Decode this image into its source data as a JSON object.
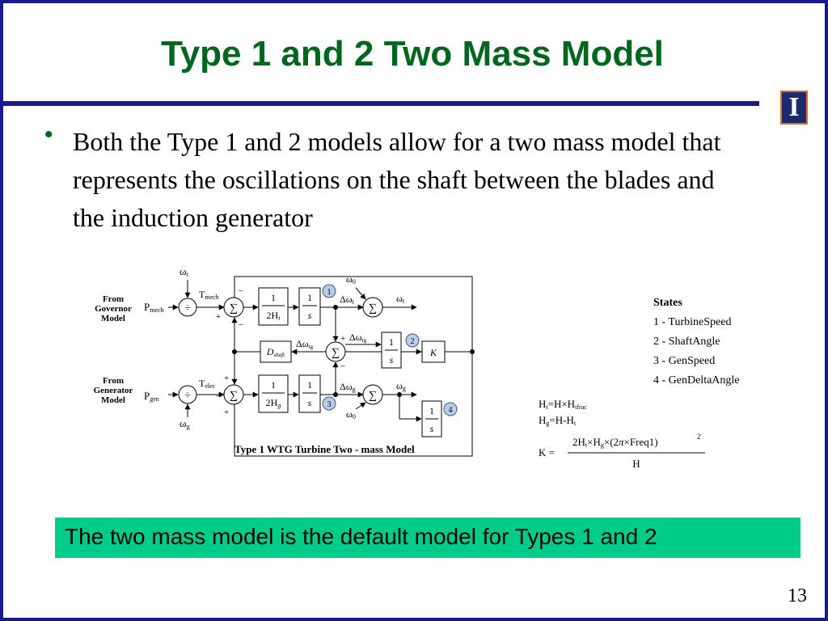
{
  "slide": {
    "title": "Type 1 and 2 Two Mass Model",
    "bullet_glyph": "•",
    "bullet_text": "Both the Type 1 and 2 models allow for a two mass model that represents the oscillations on the shaft between the blades and the induction generator",
    "logo_icon": "university-block-i-icon",
    "callout": "The two mass model is the default model for Types 1 and 2",
    "page_number": "13",
    "colors": {
      "title": "#00661f",
      "frame": "#1a1a8c",
      "callout": "#00cc8a",
      "logo_bg": "#1c2a6e",
      "logo_border": "#e46b1c"
    }
  },
  "diagram": {
    "caption": "Type 1 WTG Turbine Two - mass Model",
    "inputs": {
      "from_governor": [
        "From",
        "Governor",
        "Model"
      ],
      "from_generator": [
        "From",
        "Generator",
        "Model"
      ]
    },
    "signals": {
      "p_mech": "P",
      "p_mech_sub": "mech",
      "p_gen": "P",
      "p_gen_sub": "gen",
      "t_mech": "T",
      "t_mech_sub": "mech",
      "t_elec": "T",
      "t_elec_sub": "elec",
      "omega_t_in": "ω",
      "omega_t_in_sub": "t",
      "omega_g_in": "ω",
      "omega_g_in_sub": "g",
      "omega_0_top": "ω",
      "omega_0_top_sub": "0",
      "omega_0_bot": "ω",
      "omega_0_bot_sub": "0",
      "d_omega_t": "Δω",
      "d_omega_t_sub": "t",
      "d_omega_g": "Δω",
      "d_omega_g_sub": "g",
      "omega_t_out": "ω",
      "omega_t_out_sub": "t",
      "omega_g_out": "ω",
      "omega_g_out_sub": "g",
      "d_omega_tg_left": "Δω",
      "d_omega_tg_left_sub": "tg",
      "d_omega_tg_right": "Δω",
      "d_omega_tg_right_sub": "tg"
    },
    "blocks": {
      "divide": "÷",
      "sum": "∑",
      "gain_1": "1",
      "two_h_t": "2H",
      "two_h_t_sub": "t",
      "two_h_g": "2H",
      "two_h_g_sub": "g",
      "s": "s",
      "k": "K",
      "d_shaft": "D",
      "d_shaft_sub": "shaft"
    },
    "signs": {
      "plus": "+",
      "minus": "–"
    },
    "state_markers": [
      "1",
      "2",
      "3",
      "4"
    ],
    "states": {
      "title": "States",
      "items": [
        "1 - TurbineSpeed",
        "2 - ShaftAngle",
        "3 - GenSpeed",
        "4 - GenDeltaAngle"
      ]
    },
    "equations": {
      "ht_lhs": "H",
      "ht_lhs_sub": "t",
      "ht_rhs": "=H×H",
      "ht_rhs_sub": "tfrac",
      "hg_lhs": "H",
      "hg_lhs_sub": "g",
      "hg_rhs": "=H-H",
      "hg_rhs_sub": "t",
      "k_lhs": "K =",
      "k_num_a": "2H",
      "k_num_a_sub": "t",
      "k_num_b": "×H",
      "k_num_b_sub": "g",
      "k_num_c": "×(2",
      "k_num_pi": "π",
      "k_num_d": "×Freq1)",
      "k_exp": "2",
      "k_den": "H"
    }
  }
}
